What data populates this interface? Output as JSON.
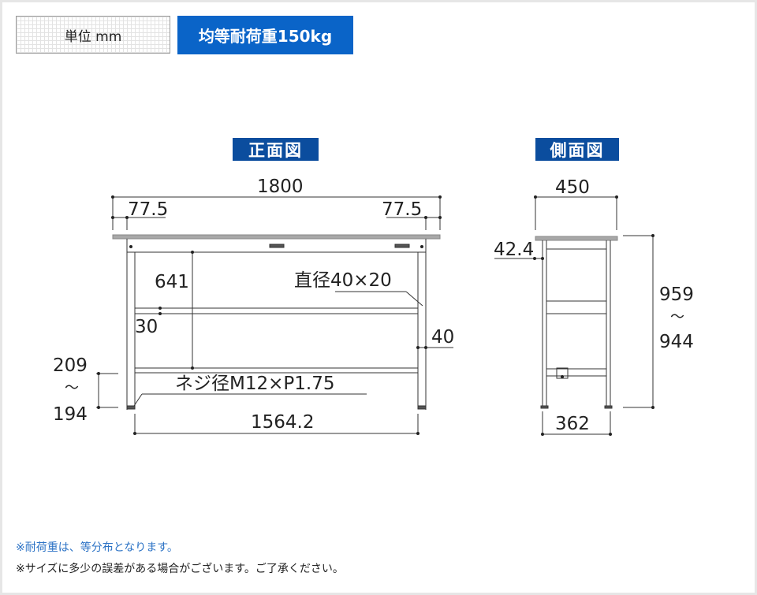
{
  "header": {
    "unit_label": "単位 mm",
    "load_label": "均等耐荷重150kg"
  },
  "front_view": {
    "title": "正面図",
    "dimensions": {
      "overall_width": "1800",
      "left_offset": "77.5",
      "right_offset": "77.5",
      "frame_height": "641",
      "pipe_size": "直径40×20",
      "beam_offset": "30",
      "leg_width": "40",
      "adjuster_max": "209",
      "adjuster_tilde": "〜",
      "adjuster_min": "194",
      "thread": "ネジ径M12×P1.75",
      "inner_width": "1564.2"
    }
  },
  "side_view": {
    "title": "側面図",
    "dimensions": {
      "depth": "450",
      "top_thickness": "42.4",
      "height_max": "959",
      "height_tilde": "〜",
      "height_min": "944",
      "leg_span": "362"
    }
  },
  "notes": [
    "※耐荷重は、等分布となります。",
    "※サイズに多少の誤差がある場合がございます。ご了承ください。"
  ],
  "colors": {
    "load_badge": "#0a64c8",
    "view_title": "#0b4d9e",
    "note_blue": "#2b72c5",
    "tabletop": "#a8a8a8"
  }
}
